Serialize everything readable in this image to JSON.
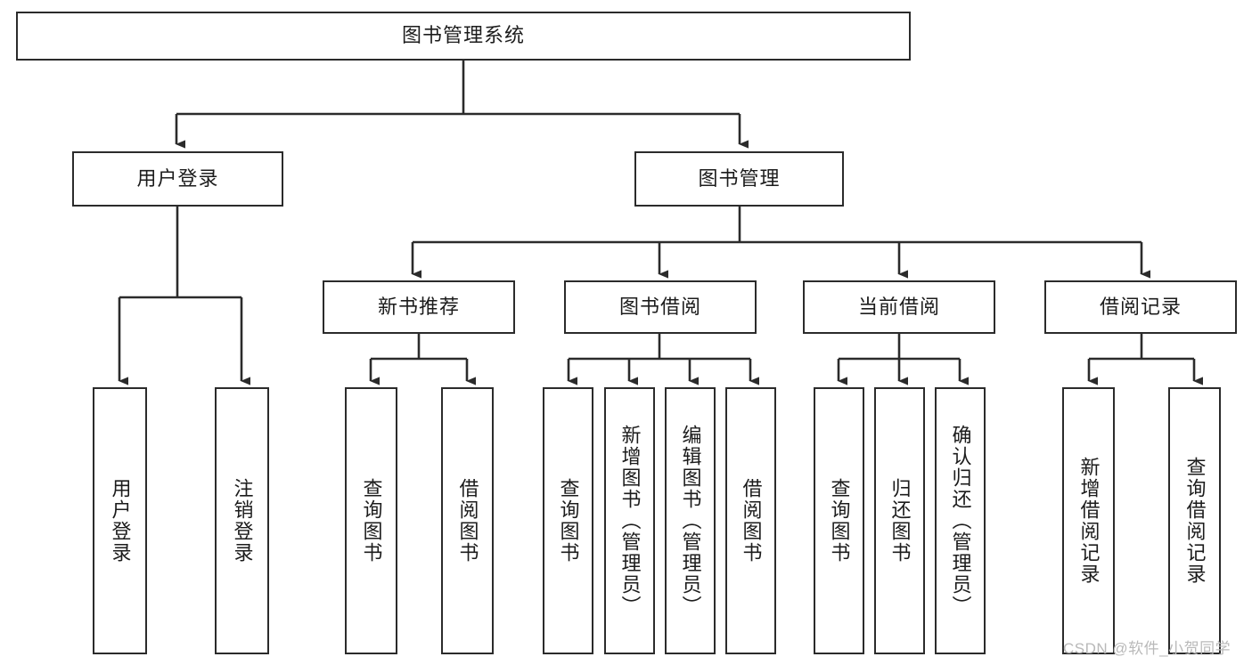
{
  "diagram": {
    "title_node": {
      "label": "图书管理系统"
    },
    "level2": [
      {
        "id": "user-login",
        "label": "用户登录"
      },
      {
        "id": "book-management",
        "label": "图书管理"
      }
    ],
    "level3": [
      {
        "id": "new-book-recommend",
        "label": "新书推荐"
      },
      {
        "id": "book-borrow",
        "label": "图书借阅"
      },
      {
        "id": "current-borrow",
        "label": "当前借阅"
      },
      {
        "id": "borrow-record",
        "label": "借阅记录"
      }
    ],
    "leaves": [
      {
        "id": "leaf-user-login",
        "label": "用户登录",
        "parent": "user-login"
      },
      {
        "id": "leaf-logout",
        "label": "注销登录",
        "parent": "user-login"
      },
      {
        "id": "leaf-query-book-1",
        "label": "查询图书",
        "parent": "new-book-recommend"
      },
      {
        "id": "leaf-borrow-book-1",
        "label": "借阅图书",
        "parent": "new-book-recommend"
      },
      {
        "id": "leaf-query-book-2",
        "label": "查询图书",
        "parent": "book-borrow"
      },
      {
        "id": "leaf-add-book",
        "label": "新增图书（管理员）",
        "parent": "book-borrow"
      },
      {
        "id": "leaf-edit-book",
        "label": "编辑图书（管理员）",
        "parent": "book-borrow"
      },
      {
        "id": "leaf-borrow-book-2",
        "label": "借阅图书",
        "parent": "book-borrow"
      },
      {
        "id": "leaf-query-book-3",
        "label": "查询图书",
        "parent": "current-borrow"
      },
      {
        "id": "leaf-return-book",
        "label": "归还图书",
        "parent": "current-borrow"
      },
      {
        "id": "leaf-confirm-return",
        "label": "确认归还（管理员）",
        "parent": "current-borrow"
      },
      {
        "id": "leaf-add-record",
        "label": "新增借阅记录",
        "parent": "borrow-record"
      },
      {
        "id": "leaf-query-record",
        "label": "查询借阅记录",
        "parent": "borrow-record"
      }
    ],
    "colors": {
      "background": "#ffffff",
      "box_border": "#2b2b2b",
      "box_fill": "#ffffff",
      "connector": "#2b2b2b",
      "text": "#1c1c1c",
      "watermark": "#b9b9b9"
    }
  },
  "watermark": {
    "text": "CSDN @软件_小贺同学"
  }
}
